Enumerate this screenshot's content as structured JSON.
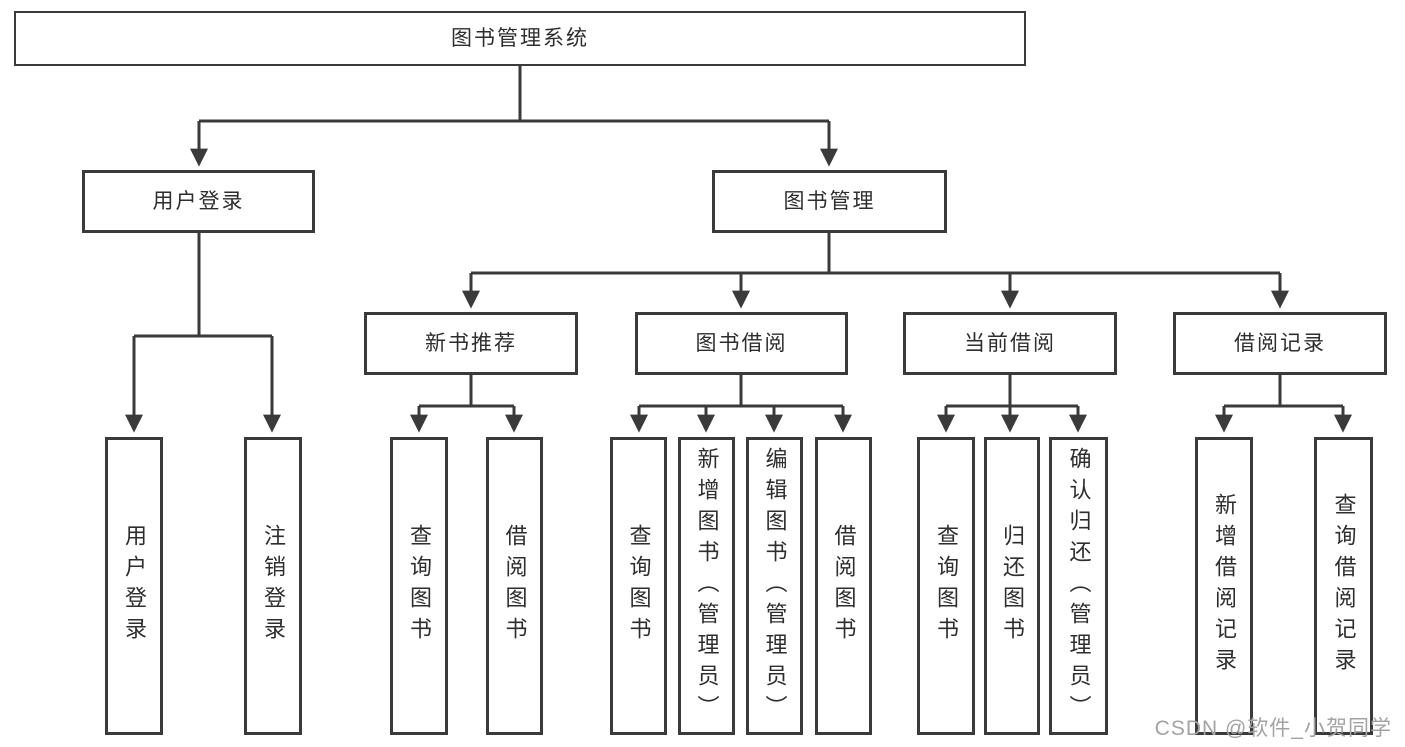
{
  "diagram_title": "图书管理系统",
  "tree": {
    "root": "图书管理系统",
    "level2": [
      "用户登录",
      "图书管理"
    ],
    "level3": [
      "新书推荐",
      "图书借阅",
      "当前借阅",
      "借阅记录"
    ],
    "leaves": {
      "user_login": [
        "用户登录",
        "注销登录"
      ],
      "new_book": [
        "查询图书",
        "借阅图书"
      ],
      "book_borrow": [
        "查询图书",
        "新增图书（管理员）",
        "编辑图书（管理员）",
        "借阅图书"
      ],
      "current_borrow": [
        "查询图书",
        "归还图书",
        "确认归还（管理员）"
      ],
      "borrow_record": [
        "新增借阅记录",
        "查询借阅记录"
      ]
    }
  },
  "watermark": "CSDN @软件_小贺同学",
  "colors": {
    "line": "#3a3a3a",
    "text": "#2e2e2e",
    "box_background": "#ffffff",
    "watermark": "#a3a3a3",
    "page_background": "#ffffff"
  }
}
